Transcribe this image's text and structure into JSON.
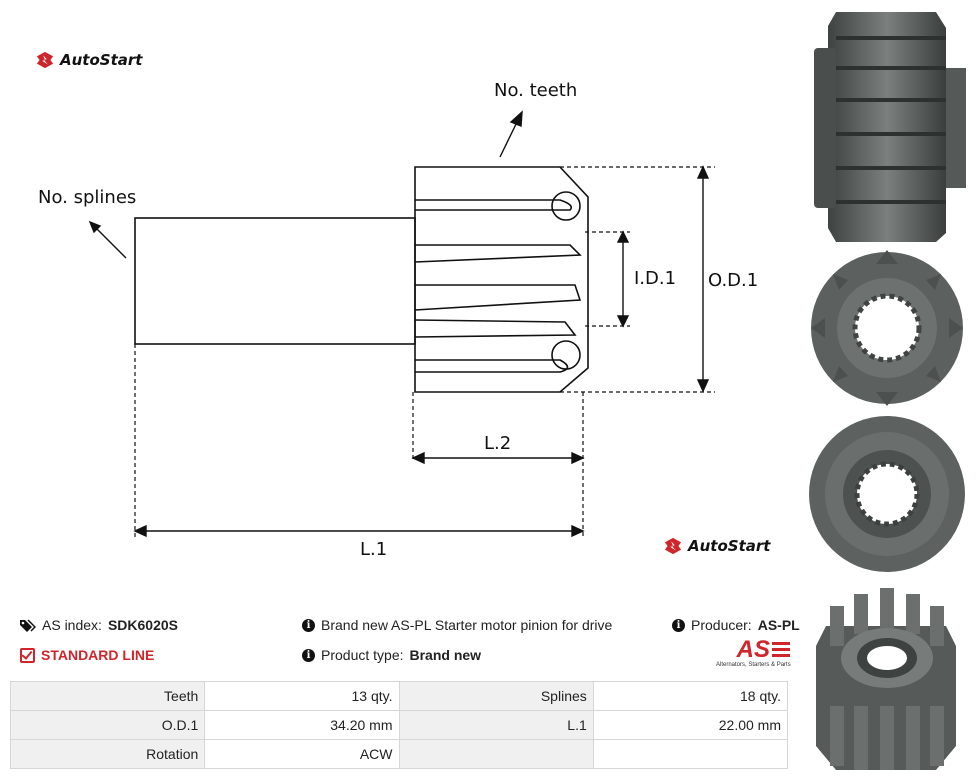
{
  "brand": {
    "name": "AutoStart"
  },
  "diagram": {
    "labels": {
      "teeth": "No. teeth",
      "splines": "No. splines",
      "id1": "I.D.1",
      "od1": "O.D.1",
      "l2": "L.2",
      "l1": "L.1"
    }
  },
  "info": {
    "as_index_label": "AS index:",
    "as_index_value": "SDK6020S",
    "line": "STANDARD LINE",
    "description": "Brand new AS-PL Starter motor pinion for drive",
    "product_type_label": "Product type:",
    "product_type_value": "Brand new",
    "producer_label": "Producer:",
    "producer_value": "AS-PL",
    "producer_logo_text": "AS",
    "producer_logo_caption": "Alternators, Starters & Parts"
  },
  "specs": {
    "rows": [
      {
        "l1": "Teeth",
        "v1": "13 qty.",
        "l2": "Splines",
        "v2": "18 qty."
      },
      {
        "l1": "O.D.1",
        "v1": "34.20 mm",
        "l2": "L.1",
        "v2": "22.00 mm"
      },
      {
        "l1": "Rotation",
        "v1": "ACW",
        "l2": "",
        "v2": ""
      }
    ]
  },
  "colors": {
    "accent_red": "#d0252b",
    "metal": "#5c6160"
  },
  "icons": [
    "tag-icon",
    "info-icon",
    "check-icon",
    "autostart-logo"
  ]
}
